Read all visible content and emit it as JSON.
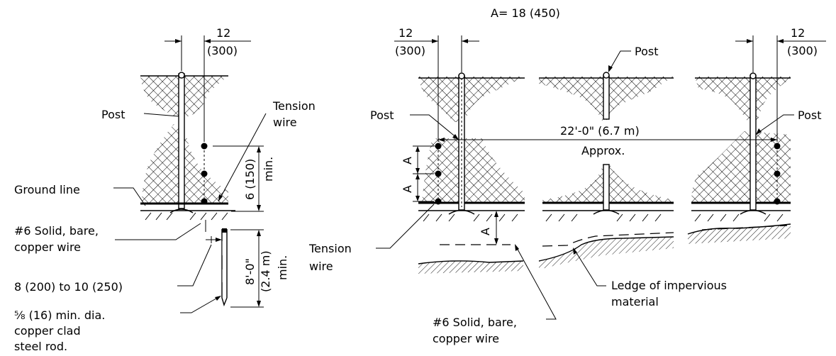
{
  "labels": {
    "a_value": "A= 18 (450)",
    "dim_12": "12",
    "dim_300": "(300)",
    "post": "Post",
    "tension_wire_line1": "Tension",
    "tension_wire_line2": "wire",
    "ground_line": "Ground line",
    "dim_6_150": "6 (150)",
    "min": "min.",
    "copper_wire_line1": "#6 Solid, bare,",
    "copper_wire_line2": "copper wire",
    "spacing": "8 (200) to 10 (250)",
    "dim_8ft": "8'-0\"",
    "dim_2_4m": "(2.4 m)",
    "rod_line1": "⅝ (16) min. dia.",
    "rod_line2": "copper clad",
    "rod_line3": "steel rod.",
    "span": "22'-0\" (6.7 m)",
    "approx": "Approx.",
    "a": "A",
    "ledge_line1": "Ledge of impervious",
    "ledge_line2": "material"
  }
}
